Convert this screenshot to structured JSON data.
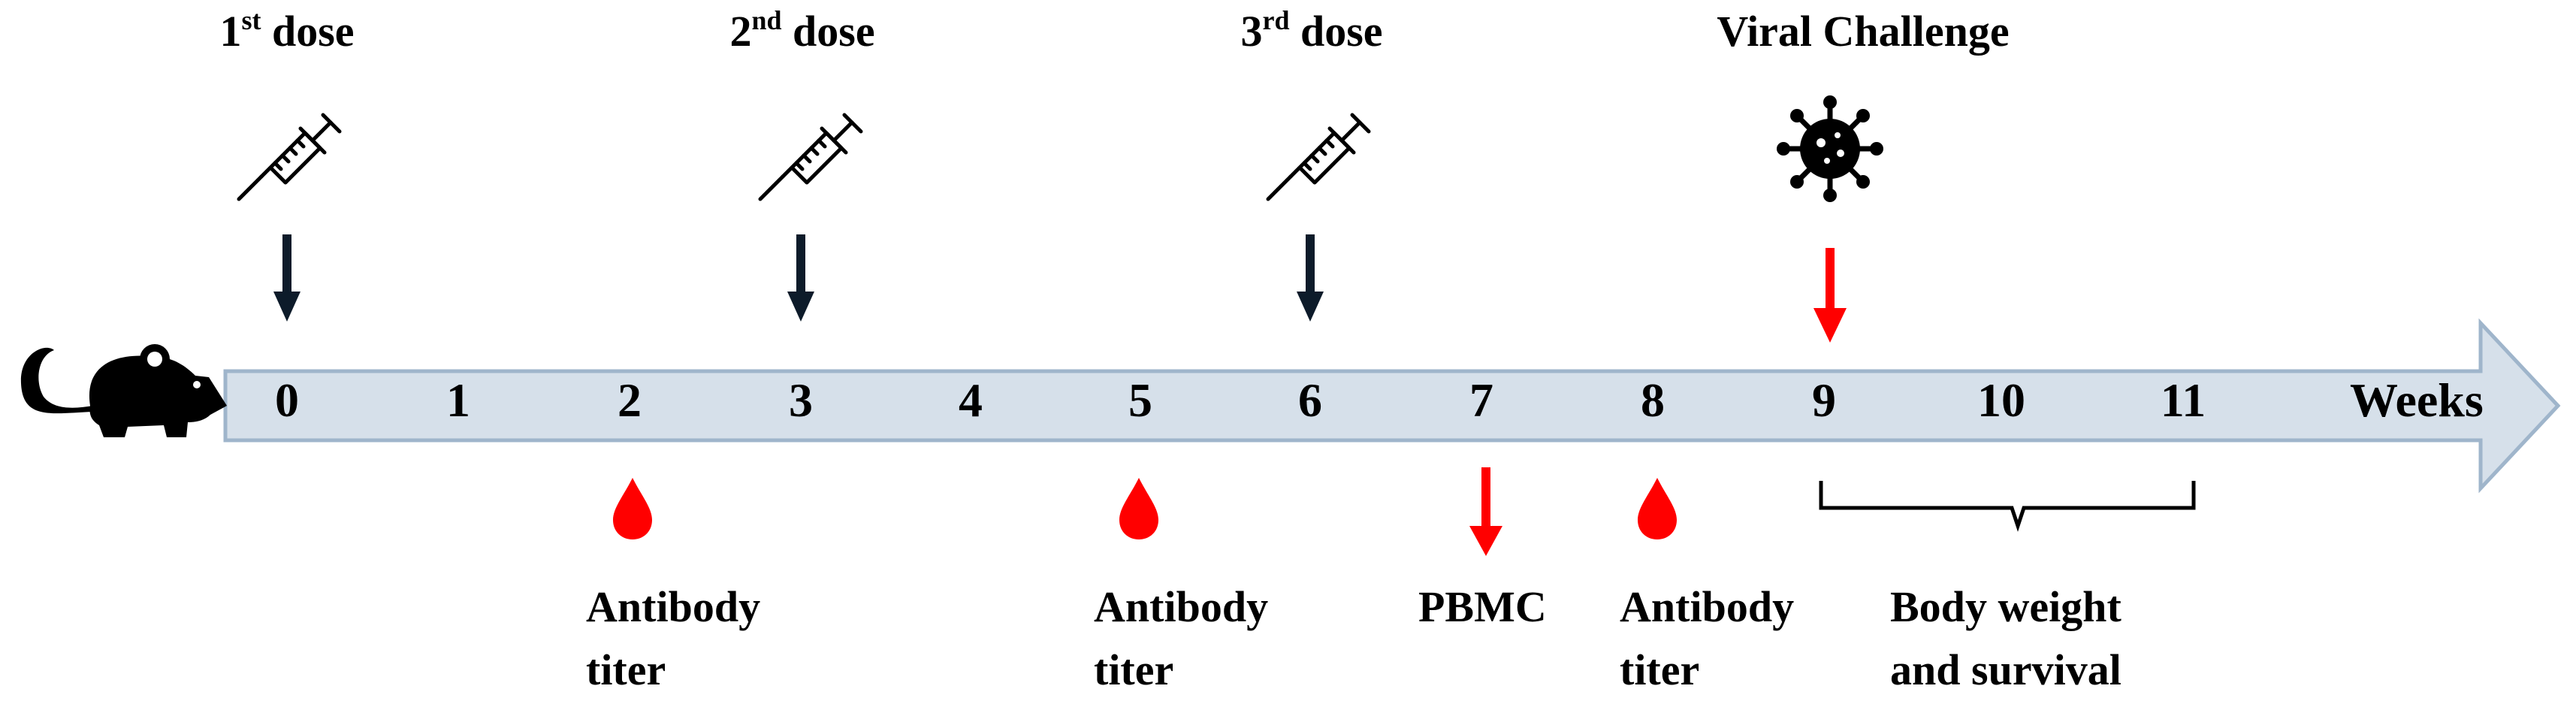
{
  "doses": [
    {
      "label": "1",
      "suffix": "st",
      "text": " dose",
      "week": "0"
    },
    {
      "label": "2",
      "suffix": "nd",
      "text": " dose",
      "week": "3"
    },
    {
      "label": "3",
      "suffix": "rd",
      "text": " dose",
      "week": "6"
    }
  ],
  "challenge": {
    "label": "Viral Challenge",
    "week": "9"
  },
  "weeks": [
    "0",
    "1",
    "2",
    "3",
    "4",
    "5",
    "6",
    "7",
    "8",
    "9",
    "10",
    "11"
  ],
  "axis_label": "Weeks",
  "events": {
    "antibody_1": {
      "line1": "Antibody",
      "line2": "titer",
      "week": "2"
    },
    "antibody_2": {
      "line1": "Antibody",
      "line2": "titer",
      "week": "5"
    },
    "pbmc": {
      "label": "PBMC",
      "week": "7"
    },
    "antibody_3": {
      "line1": "Antibody",
      "line2": "titer",
      "week": "8"
    },
    "followup": {
      "line1": "Body weight",
      "line2": "and survival",
      "range": [
        "9",
        "11"
      ]
    }
  },
  "colors": {
    "arrow_fill": "#d6e0ea",
    "arrow_stroke": "#9fb5cb",
    "red": "#ff0000",
    "dark_arrow": "#0d1b2a"
  },
  "icons": [
    "mouse-icon",
    "syringe-icon",
    "virus-icon",
    "blood-drop-icon"
  ]
}
